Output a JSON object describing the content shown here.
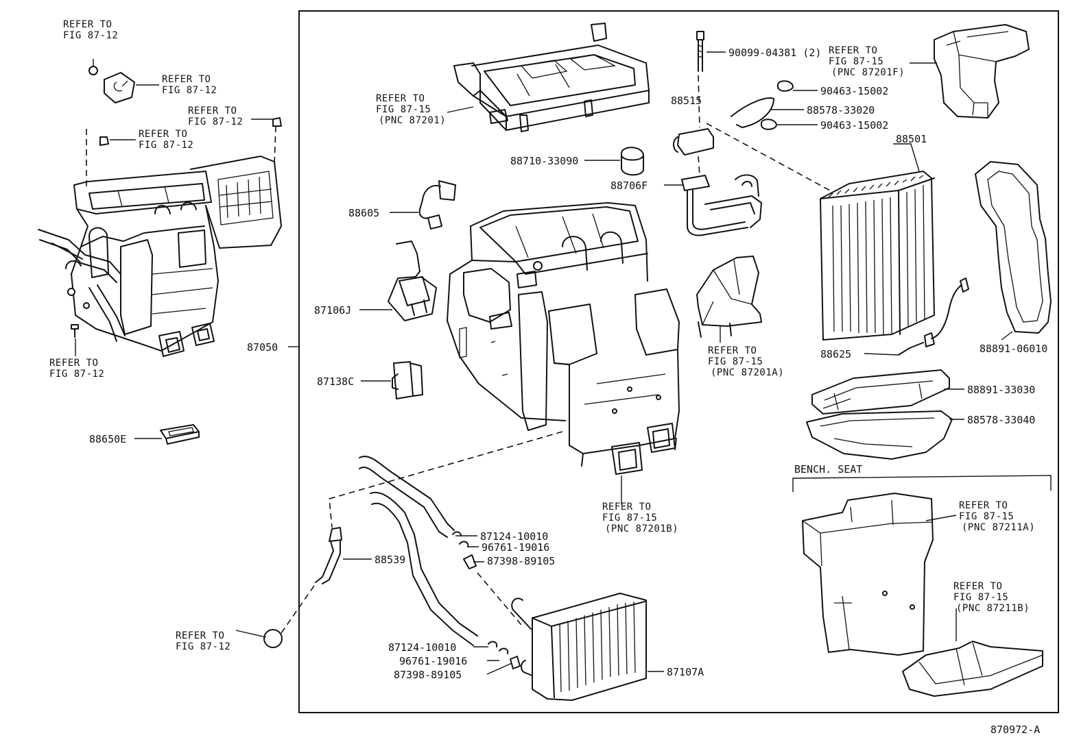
{
  "diagram_id": "870972-A",
  "main_assembly_label": "87050",
  "bench_seat_label": "BENCH. SEAT",
  "part_numbers": {
    "bolt": "90099-04381 (2)",
    "clamp_top": "90463-15002",
    "cover_88578_33020": "88578-33020",
    "clamp_bottom": "90463-15002",
    "expansion_valve": "88515",
    "thermistor_plug": "88710-33090",
    "tube_fitting": "88706F",
    "harness": "88605",
    "servo_motor": "87106J",
    "resistor": "87138C",
    "connector": "88650E",
    "evaporator": "88501",
    "thermistor": "88625",
    "seal_88891_06010": "88891-06010",
    "case_upper": "88891-33030",
    "case_lower": "88578-33040",
    "hose_drain": "88539",
    "heater_core": "87107A",
    "hose_top_a": "87124-10010",
    "ring_top_b": "96761-19016",
    "clip_top_c": "87398-89105",
    "hose_bot_a": "87124-10010",
    "ring_bot_b": "96761-19016",
    "clip_bot_c": "87398-89105"
  },
  "references": {
    "r1": [
      "REFER TO",
      "FIG 87-12"
    ],
    "r2": [
      "REFER TO",
      "FIG 87-12"
    ],
    "r3": [
      "REFER TO",
      "FIG 87-12"
    ],
    "r4": [
      "REFER TO",
      "FIG 87-12"
    ],
    "r5": [
      "REFER TO",
      "FIG 87-12"
    ],
    "r6": [
      "REFER TO",
      "FIG 87-12"
    ],
    "r7": [
      "REFER TO",
      "FIG 87-15",
      "(PNC 87201)"
    ],
    "r8": [
      "REFER TO",
      "FIG 87-15",
      "(PNC 87201F)"
    ],
    "r9": [
      "REFER TO",
      "FIG 87-15",
      "(PNC 87201A)"
    ],
    "r10": [
      "REFER TO",
      "FIG 87-15",
      "(PNC 87201B)"
    ],
    "r11": [
      "REFER TO",
      "FIG 87-15",
      "(PNC 87211A)"
    ],
    "r12": [
      "REFER TO",
      "FIG 87-15",
      "(PNC 87211B)"
    ]
  }
}
